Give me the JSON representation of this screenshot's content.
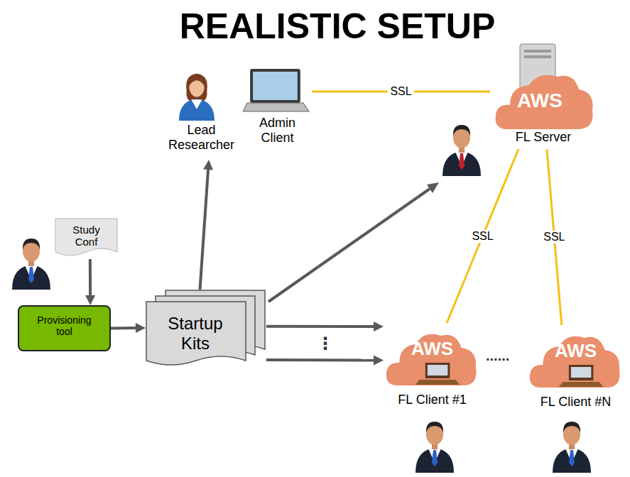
{
  "diagram": {
    "title": "REALISTIC SETUP",
    "nodes": [
      {
        "text": [
          "Lead Researcher"
        ]
      },
      {
        "text": [
          "Admin Client"
        ]
      },
      {
        "text": [
          "AWS",
          "FL Server"
        ]
      },
      {
        "text": [
          "Study Conf"
        ]
      },
      {
        "text": [
          "Provisioning tool"
        ]
      },
      {
        "text": [
          "Startup Kits"
        ]
      },
      {
        "text": [
          "AWS",
          "FL Client #1"
        ]
      },
      {
        "text": [
          "AWS",
          "FL Client #N"
        ]
      }
    ],
    "edges": [
      {
        "from": 1,
        "to": 2,
        "label": "SSL",
        "arrow": "none"
      },
      {
        "from": 2,
        "to": 6,
        "label": "SSL",
        "arrow": "none"
      },
      {
        "from": 2,
        "to": 7,
        "label": "SSL",
        "arrow": "none"
      },
      {
        "from": 3,
        "to": 4,
        "arrow": "to"
      },
      {
        "from": 4,
        "to": 5,
        "arrow": "to"
      },
      {
        "from": 5,
        "to": 0,
        "arrow": "to"
      },
      {
        "from": 5,
        "to": 6,
        "arrow": "to"
      },
      {
        "from": 5,
        "to": 6,
        "arrow": "to"
      }
    ],
    "labels": [
      "⋮",
      "......"
    ]
  }
}
